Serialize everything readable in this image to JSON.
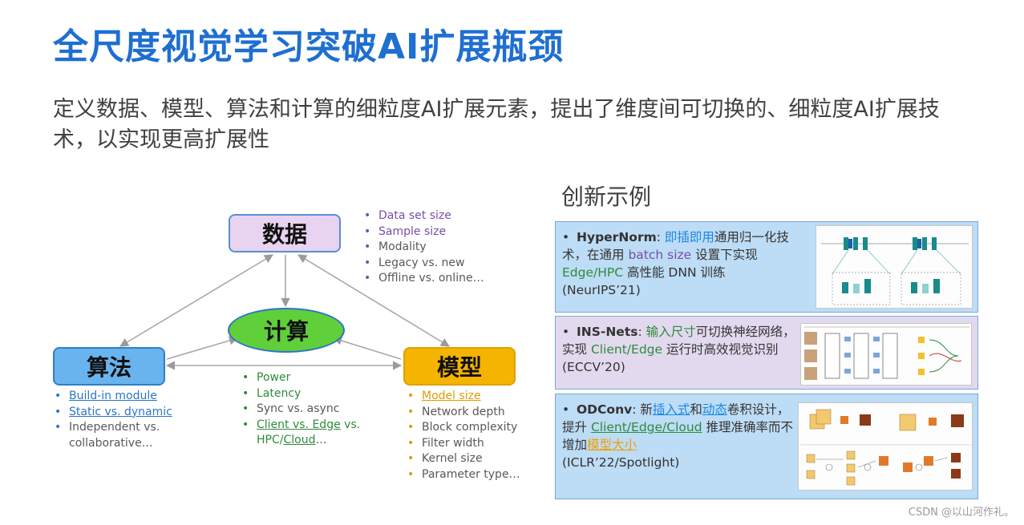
{
  "title": "全尺度视觉学习突破AI扩展瓶颈",
  "subtitle": "定义数据、模型、算法和计算的细粒度AI扩展元素，提出了维度间可切换的、细粒度AI扩展技术，以实现更高扩展性",
  "section_label": "创新示例",
  "diagram": {
    "data_node": "数据",
    "algo_node": "算法",
    "model_node": "模型",
    "compute_node": "计算",
    "data_items": [
      "Data set size",
      "Sample size",
      "Modality",
      "Legacy vs. new",
      "Offline vs. online…"
    ],
    "algo_items": [
      "Build-in module",
      "Static vs. dynamic",
      "Independent vs. collaborative…"
    ],
    "compute_items": {
      "power": "Power",
      "latency": "Latency",
      "sync": "Sync vs. async",
      "client_edge": "Client vs. Edge",
      "vs": " vs.",
      "hpc": "HPC/",
      "cloud": "Cloud",
      "ellipsis": "…"
    },
    "model_items": [
      "Model size",
      "Network depth",
      "Block complexity",
      "Filter width",
      "Kernel size",
      "Parameter type…"
    ]
  },
  "examples": [
    {
      "name": "HyperNorm",
      "colon": ": ",
      "hl1": "即插即用",
      "t1": "通用归一化技术，在通用 ",
      "hl2": "batch size",
      "t2": " 设置下实现 ",
      "hl3": "Edge/HPC",
      "t3": " 高性能 DNN 训练 (NeurIPS’21)"
    },
    {
      "name": "INS-Nets",
      "colon": ": ",
      "hl1": "输入尺寸",
      "t1": "可切换神经网络，实现 ",
      "hl2": "Client/Edge",
      "t2": " 运行时高效视觉识别 (ECCV’20)"
    },
    {
      "name": "ODConv",
      "colon": ": 新",
      "hl1": "插入式",
      "t1": "和",
      "hl2": "动态",
      "t2": "卷积设计，提升 ",
      "hl3": "Client/Edge/Cloud",
      "t3": " 推理准确率而不增加",
      "hl4": "模型大小",
      "t4": "(ICLR’22/Spotlight)"
    }
  ],
  "watermark": "CSDN @以山河作礼。",
  "colors": {
    "title": "#1f6fd1",
    "data_node": "#e8d4f0",
    "algo_node": "#69b3ee",
    "model_node": "#f5b400",
    "compute_node": "#5fcf3a",
    "box_blue": "#bddcf5",
    "box_purple": "#e2d9ee"
  }
}
